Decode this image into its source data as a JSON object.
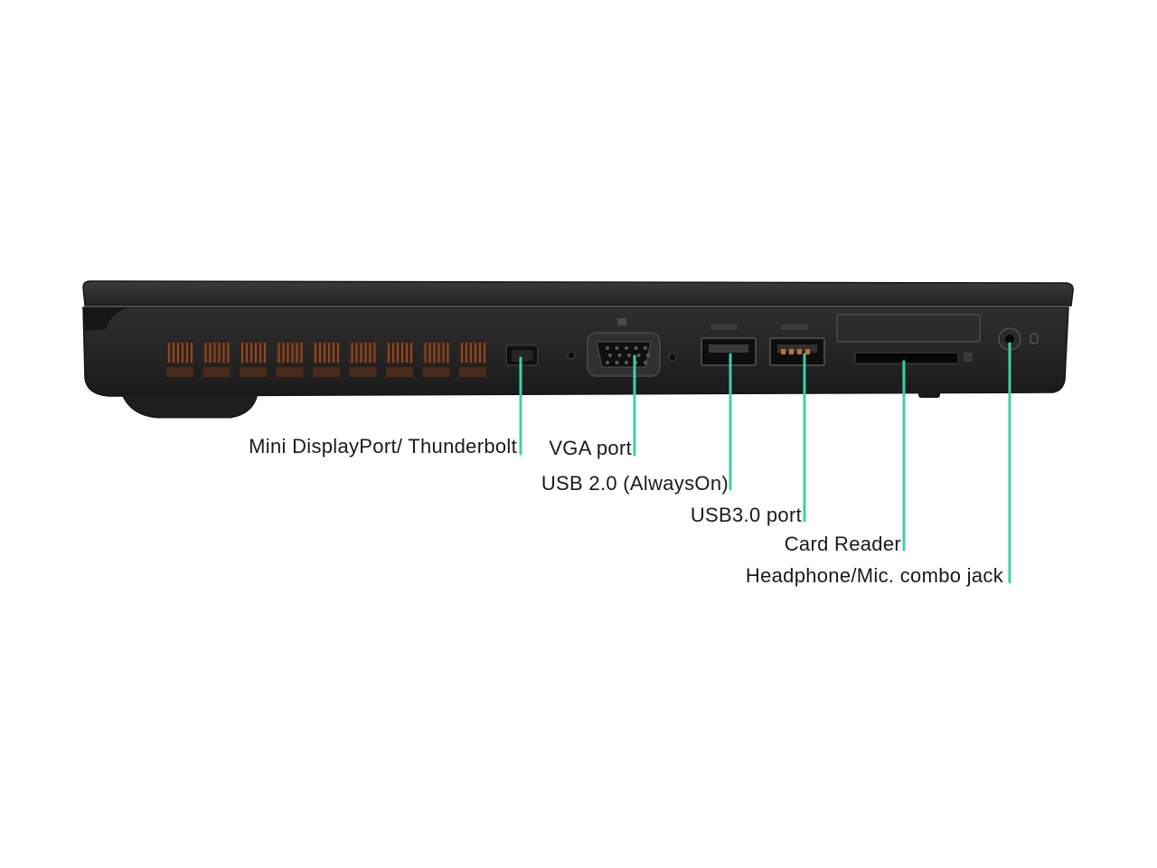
{
  "colors": {
    "background": "#ffffff",
    "chassis": "#1f1f1f",
    "chassis_edge": "#2b2b2b",
    "vent_copper": "#8a4a2a",
    "leader_line": "#3ecfa8",
    "label_text": "#1a1a1a"
  },
  "callouts": {
    "mini_displayport": "Mini DisplayPort/ Thunderbolt",
    "vga": "VGA port",
    "usb2": "USB 2.0 (AlwaysOn)",
    "usb3": "USB3.0 port",
    "card_reader": "Card Reader",
    "audio_jack": "Headphone/Mic. combo jack"
  }
}
